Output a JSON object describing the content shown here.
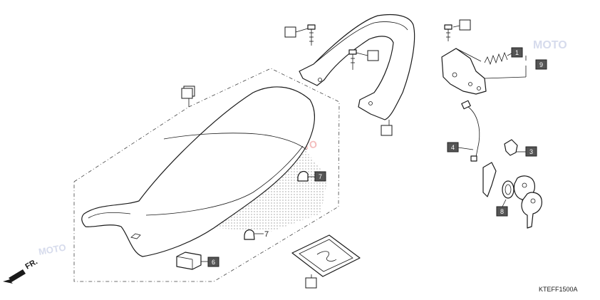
{
  "diagram": {
    "code": "KTEFF1500A",
    "front_label": "FR.",
    "watermark_text": "MOTO",
    "callouts": [
      {
        "id": "seat",
        "label": ""
      },
      {
        "id": "grab-rail",
        "label": ""
      },
      {
        "id": "grab-rail-bolt-left",
        "label": ""
      },
      {
        "id": "grab-rail-bolt-right",
        "label": ""
      },
      {
        "id": "lock-bolt",
        "label": ""
      },
      {
        "id": "bracket-1",
        "label": "1"
      },
      {
        "id": "spring-9",
        "label": "9"
      },
      {
        "id": "cable-4",
        "label": "4"
      },
      {
        "id": "clip-3",
        "label": "3"
      },
      {
        "id": "cylinder-8",
        "label": "8"
      },
      {
        "id": "cushion-7a",
        "label": "7"
      },
      {
        "id": "cushion-7b",
        "label": "7"
      },
      {
        "id": "holder-6",
        "label": "6"
      },
      {
        "id": "manual",
        "label": ""
      }
    ],
    "colors": {
      "line": "#1a1a1a",
      "filled_callout": "#555555",
      "watermark_blue": "#c9cfe6",
      "watermark_red": "#f0a8a8",
      "dot_pattern": "#9a9a9a"
    }
  }
}
